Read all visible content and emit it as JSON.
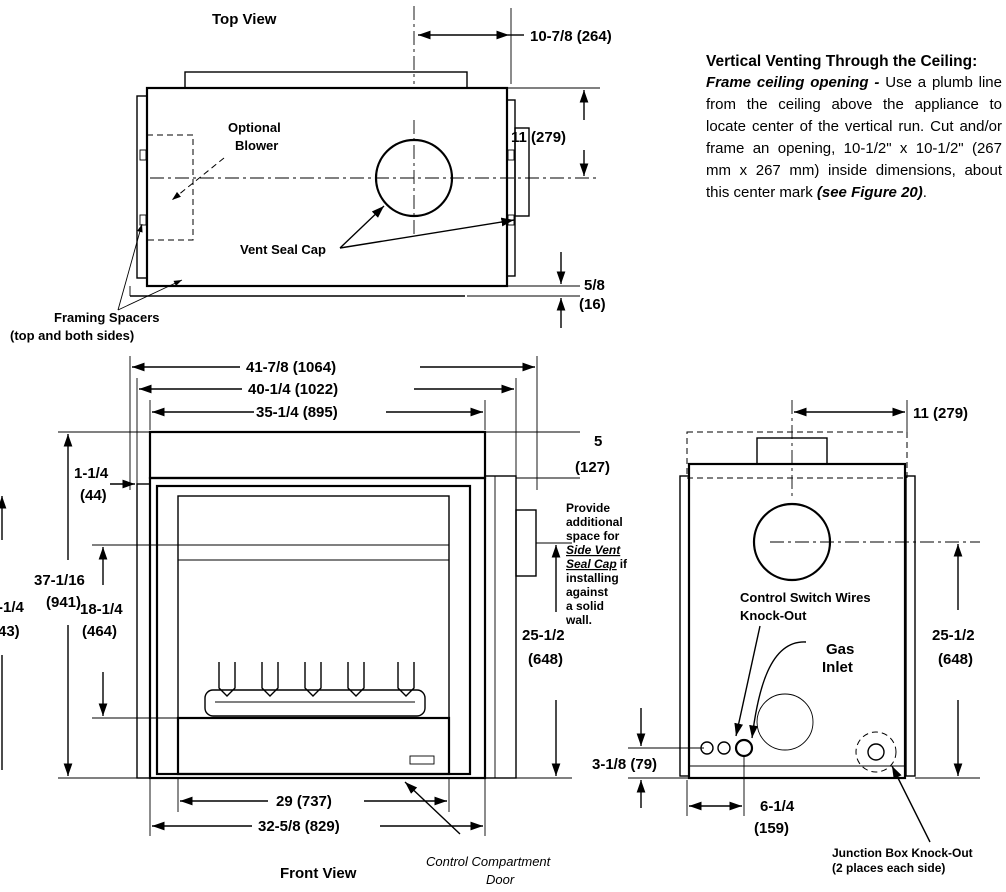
{
  "labels": {
    "top_view": "Top View",
    "front_view": "Front View",
    "optional_blower_1": "Optional",
    "optional_blower_2": "Blower",
    "vent_seal_cap": "Vent Seal Cap",
    "framing_spacers_1": "Framing Spacers",
    "framing_spacers_2": "(top and both sides)",
    "control_compartment_1": "Control Compartment",
    "control_compartment_2": "Door",
    "control_switch_1": "Control Switch Wires",
    "control_switch_2": "Knock-Out",
    "gas_inlet_1": "Gas",
    "gas_inlet_2": "Inlet",
    "junction_box_1": "Junction Box Knock-Out",
    "junction_box_2": "(2 places each side)",
    "side_vent_1": "Provide",
    "side_vent_2": "additional",
    "side_vent_3": "space for",
    "side_vent_4": "Side Vent",
    "side_vent_5": "Seal Cap",
    "side_vent_6": "if",
    "side_vent_7": "installing",
    "side_vent_8": "against",
    "side_vent_9": "a solid",
    "side_vent_10": "wall."
  },
  "dimensions": {
    "top_10_7_8": "10-7/8 (264)",
    "top_11_a": "11 (279)",
    "top_5_8_a": "5/8",
    "top_5_8_b": "(16)",
    "w_41_7_8": "41-7/8 (1064)",
    "w_40_1_4": "40-1/4 (1022)",
    "w_35_1_4": "35-1/4 (895)",
    "h_5_a": "5",
    "h_5_b": "(127)",
    "h_1_1_4_a": "1-1/4",
    "h_1_1_4_b": "(44)",
    "h_37_a": "37-1/16",
    "h_37_b": "(941)",
    "h_cut_a": "-1/4",
    "h_cut_b": "43)",
    "h_18_a": "18-1/4",
    "h_18_b": "(464)",
    "front_25_a": "25-1/2",
    "front_25_b": "(648)",
    "w_29": "29 (737)",
    "w_32_5_8": "32-5/8 (829)",
    "side_11": "11 (279)",
    "side_25_a": "25-1/2",
    "side_25_b": "(648)",
    "side_3_1_8": "3-1/8 (79)",
    "side_6_1_4_a": "6-1/4",
    "side_6_1_4_b": "(159)"
  },
  "note": {
    "title": "Vertical Venting Through the Ceiling:",
    "lead": "Frame ceiling opening -",
    "body": " Use a plumb line from the ceiling above the appliance to locate center of the vertical run. Cut and/or frame an opening, 10-1/2\" x 10-1/2\"  (267 mm x 267 mm) inside dimensions, about this center mark ",
    "ref": "(see Figure 20)",
    "end": "."
  },
  "colors": {
    "ink": "#000000",
    "paper": "#ffffff"
  }
}
